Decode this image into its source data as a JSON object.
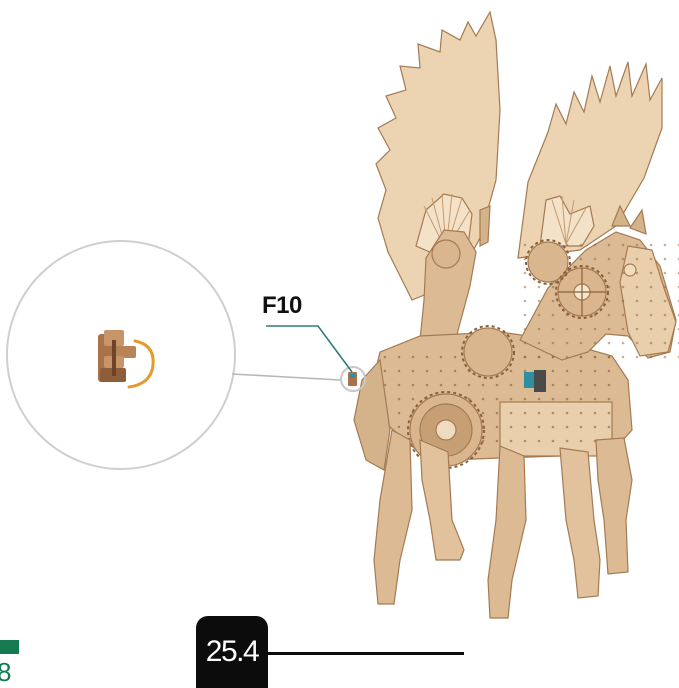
{
  "callout": {
    "part_code": "F10"
  },
  "step": {
    "number": "25.4"
  },
  "footer": {
    "page_number": "8",
    "accent_color": "#157a50"
  },
  "colors": {
    "wood_light": "#e5c9a5",
    "wood_mid": "#d4b28a",
    "wood_edge": "#a57a52",
    "callout_line": "#2f7d74",
    "connector": "#e59a2e",
    "badge": "#0c0c0c"
  },
  "icons": [
    "zoom-circle-callout",
    "f10-connector-part",
    "pegasus-model"
  ]
}
